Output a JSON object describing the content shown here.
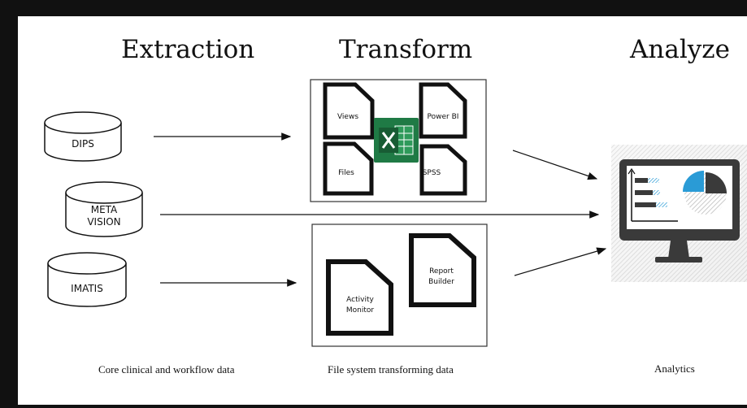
{
  "headings": {
    "extraction": "Extraction",
    "transform": "Transform",
    "analyze": "Analyze"
  },
  "sources": {
    "dips": "DIPS",
    "metavision_line1": "META",
    "metavision_line2": "VISION",
    "imatis": "IMATIS"
  },
  "transform_top": {
    "views": "Views",
    "files": "Files",
    "power_bi": "Power BI",
    "spss": "SPSS",
    "excel_icon": "excel-icon"
  },
  "transform_bottom": {
    "activity_line1": "Activity",
    "activity_line2": "Monitor",
    "report_line1": "Report",
    "report_line2": "Builder"
  },
  "analyze": {
    "icon": "analytics-monitor-icon"
  },
  "captions": {
    "extraction": "Core clinical and workflow data",
    "transform": "File system transforming data",
    "analyze": "Analytics"
  },
  "colors": {
    "background": "#ffffff",
    "frame": "#111111",
    "ink": "#111111",
    "excel_green": "#1f7a45",
    "accent_blue": "#2a9bd6",
    "monitor": "#3a3a3a"
  }
}
